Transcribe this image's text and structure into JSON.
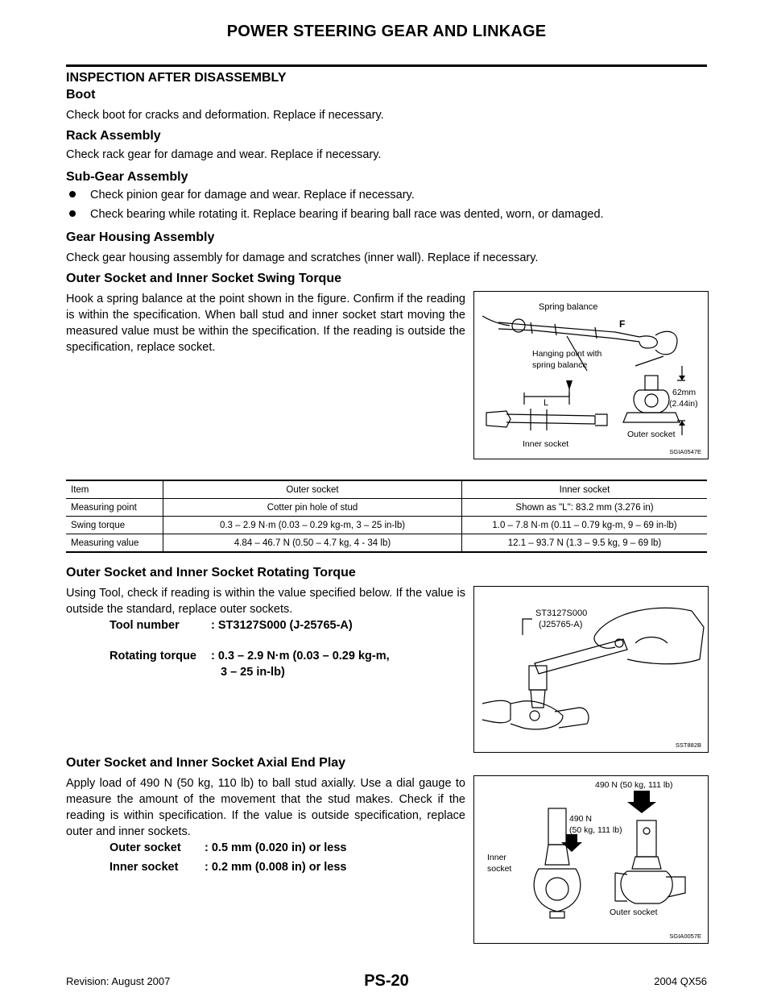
{
  "page": {
    "title": "POWER STEERING GEAR AND LINKAGE",
    "section": "INSPECTION AFTER DISASSEMBLY",
    "page_number": "PS-20",
    "footer_left": "Revision: August 2007",
    "footer_right": "2004 QX56"
  },
  "boot": {
    "heading": "Boot",
    "text": "Check boot for cracks and deformation. Replace if necessary."
  },
  "rack": {
    "heading": "Rack Assembly",
    "text": "Check rack gear for damage and wear. Replace if necessary."
  },
  "subgear": {
    "heading": "Sub-Gear Assembly",
    "bullets": [
      "Check pinion gear for damage and wear. Replace if necessary.",
      "Check bearing while rotating it. Replace bearing if bearing ball race was dented, worn, or damaged."
    ]
  },
  "housing": {
    "heading": "Gear Housing Assembly",
    "text": "Check gear housing assembly for damage and scratches (inner wall). Replace if necessary."
  },
  "swing": {
    "heading": "Outer Socket and Inner Socket Swing Torque",
    "text": "Hook a spring balance at the point shown in the figure. Confirm if the reading is within the specification. When ball stud and inner socket start moving the measured value must be within the specification. If the reading is outside the specification, replace socket.",
    "figure": {
      "code": "SGIA0547E",
      "label_spring": "Spring balance",
      "label_f": "F",
      "label_hang1": "Hanging point with",
      "label_hang2": "spring balance",
      "label_l": "L",
      "label_dim1": "62mm",
      "label_dim2": "(2.44in)",
      "label_outer": "Outer socket",
      "label_inner": "Inner socket"
    }
  },
  "table": {
    "header": [
      "Item",
      "Outer socket",
      "Inner socket"
    ],
    "rows": [
      [
        "Measuring point",
        "Cotter pin hole of stud",
        "Shown as \"L\": 83.2 mm (3.276 in)"
      ],
      [
        "Swing torque",
        "0.3 – 2.9 N·m (0.03 – 0.29 kg-m, 3 – 25 in-lb)",
        "1.0 – 7.8 N·m (0.11 – 0.79 kg-m, 9 – 69 in-lb)"
      ],
      [
        "Measuring value",
        "4.84 – 46.7 N (0.50 – 4.7 kg, 4 - 34 lb)",
        "12.1 – 93.7 N (1.3 – 9.5 kg, 9 – 69 lb)"
      ]
    ]
  },
  "rotating": {
    "heading": "Outer Socket and Inner Socket Rotating Torque",
    "text": "Using Tool, check if reading is within the value specified below. If the value is outside the standard, replace outer sockets.",
    "spec1_label": "Tool number",
    "spec1_value": ": ST3127S000 (J-25765-A)",
    "spec2_label": "Rotating torque",
    "spec2_value": ": 0.3 – 2.9 N·m (0.03 – 0.29 kg-m,",
    "spec2_value2": "3 – 25 in-lb)",
    "figure": {
      "code": "SST882B",
      "label1": "ST3127S000",
      "label2": "(J25765-A)"
    }
  },
  "axial": {
    "heading": "Outer Socket and Inner Socket Axial End Play",
    "text": "Apply load of 490 N (50 kg, 110 lb) to ball stud axially. Use a dial gauge to measure the amount of the movement that the stud makes. Check if the reading is within specification. If the value is outside specification, replace outer and inner sockets.",
    "spec1_label": "Outer socket",
    "spec1_value": ": 0.5 mm (0.020 in) or less",
    "spec2_label": "Inner socket",
    "spec2_value": ": 0.2 mm (0.008 in) or less",
    "figure": {
      "code": "SGIA0057E",
      "label_top": "490 N (50 kg, 111 lb)",
      "label_mid1": "490 N",
      "label_mid2": "(50 kg, 111 lb)",
      "label_inner1": "Inner",
      "label_inner2": "socket",
      "label_outer": "Outer socket"
    }
  }
}
